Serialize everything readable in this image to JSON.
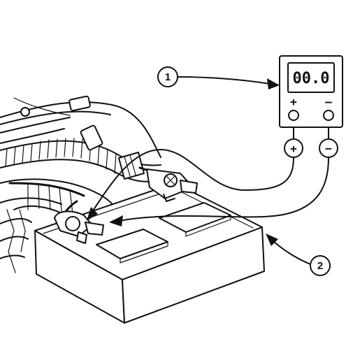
{
  "meter": {
    "display_reading": "00.0",
    "positive_symbol": "+",
    "negative_symbol": "—",
    "probe_positive_symbol": "+",
    "probe_negative_symbol": "−"
  },
  "callouts": [
    {
      "number": "1"
    },
    {
      "number": "2"
    }
  ],
  "colors": {
    "ink": "#111111",
    "paper": "#ffffff"
  }
}
